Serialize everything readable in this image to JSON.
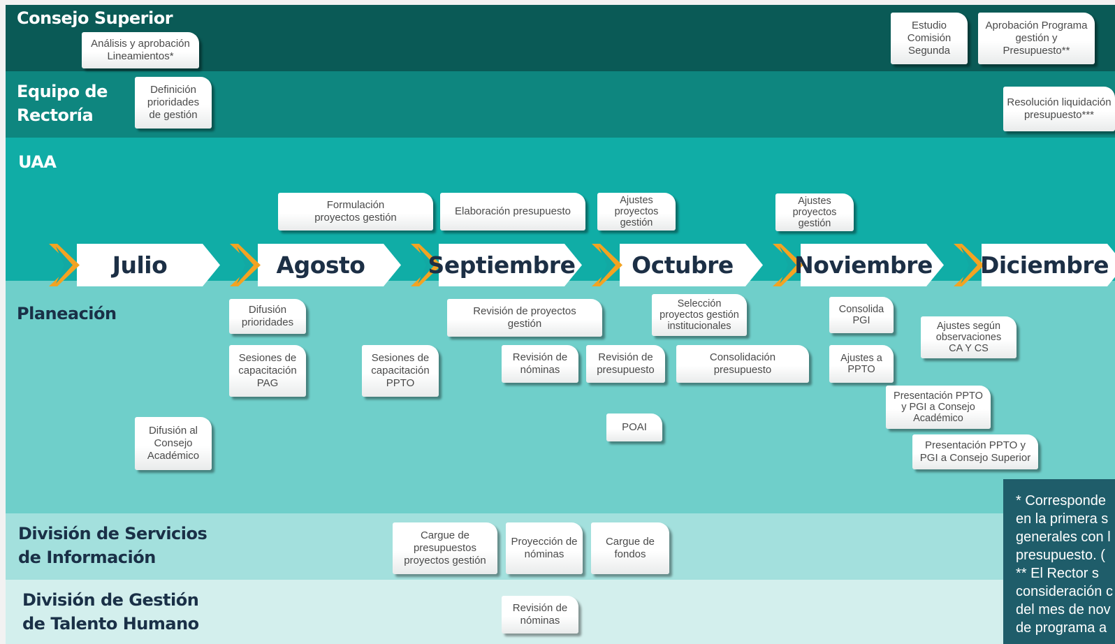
{
  "colors": {
    "consejo": "#0a5a56",
    "equipo": "#0e867f",
    "uaa": "#10ada6",
    "planeacion": "#6fcfca",
    "dsi": "#a3e0dd",
    "dgth": "#d3efed",
    "note": "#1f5d6a",
    "chevron_orange": "#f3a322",
    "chevron_teal": "#12a9a3",
    "month_text": "#1c2f45"
  },
  "lanes": {
    "consejo": "Consejo Superior",
    "equipo": "Equipo de\nRectoría",
    "uaa": "UAA",
    "planeacion": "Planeación",
    "dsi": "División de Servicios\nde Información",
    "dgth": "División de Gestión\nde Talento Humano"
  },
  "months": [
    "Julio",
    "Agosto",
    "Septiembre",
    "Octubre",
    "Noviembre",
    "Diciembre"
  ],
  "tasks": {
    "consejo_analisis": "Análisis  y aprobación\nLineamientos*",
    "consejo_estudio": "Estudio\nComisión\nSegunda",
    "consejo_aprobacion": "Aprobación Programa\ngestión y\nPresupuesto**",
    "equipo_definicion": "Definición\nprioridades\nde gestión",
    "equipo_resolucion": "Resolución liquidación\npresupuesto***",
    "uaa_formulacion": "Formulación\nproyectos gestión",
    "uaa_elaboracion": "Elaboración presupuesto",
    "uaa_ajustes_oct": "Ajustes\nproyectos\ngestión",
    "uaa_ajustes_nov": "Ajustes\nproyectos\ngestión",
    "plan_difusion_prioridades": "Difusión\nprioridades",
    "plan_revision_proyectos": "Revisión de proyectos\ngestión",
    "plan_seleccion": "Selección\nproyectos gestión\ninstitucionales",
    "plan_consolida_pgi": "Consolida\nPGI",
    "plan_ajustes_observaciones": "Ajustes según\nobservaciones\nCA Y CS",
    "plan_sesiones_pag": "Sesiones de\ncapacitación\nPAG",
    "plan_sesiones_ppto": "Sesiones de\ncapacitación\nPPTO",
    "plan_revision_nominas": "Revisión de\nnóminas",
    "plan_revision_presupuesto": "Revisión de\npresupuesto",
    "plan_consolidacion": "Consolidación\npresupuesto",
    "plan_ajustes_ppto": "Ajustes a\nPPTO",
    "plan_presentacion_ca": "Presentación PPTO\ny PGI a Consejo\nAcadémico",
    "plan_poai": "POAI",
    "plan_difusion_consejo": "Difusión al\nConsejo\nAcadémico",
    "plan_presentacion_cs": "Presentación PPTO y\nPGI a Consejo Superior",
    "dsi_cargue_presupuestos": "Cargue de\npresupuestos\nproyectos  gestión",
    "dsi_proyeccion": "Proyección de\nnóminas",
    "dsi_cargue_fondos": "Cargue  de\nfondos",
    "dgth_revision": "Revisión de\nnóminas"
  },
  "note": "* Corresponde\nen la primera s\ngenerales con l\npresupuesto. (\n** El Rector s\nconsideración c\ndel mes de nov\nde programa a"
}
